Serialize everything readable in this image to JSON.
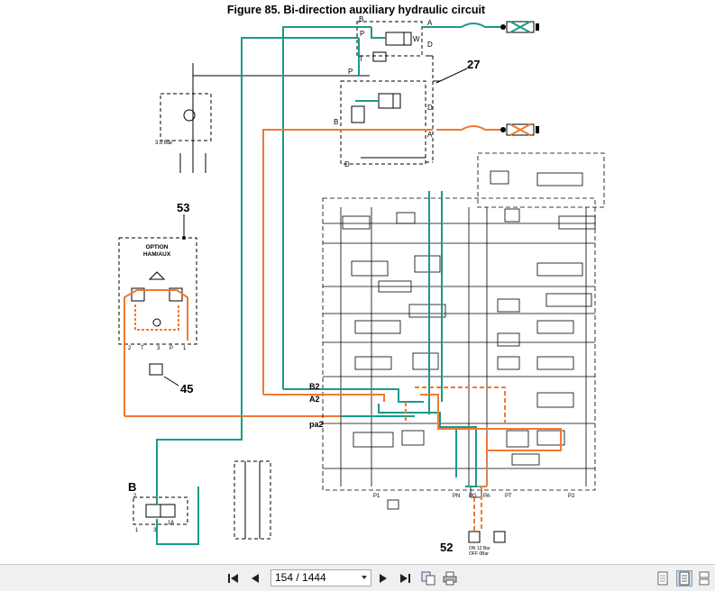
{
  "figure": {
    "title": "Figure 85. Bi-direction auxiliary hydraulic circuit",
    "callouts": {
      "c27": "27",
      "c53": "53",
      "c45": "45",
      "cB": "B",
      "c52": "52"
    },
    "labels": {
      "b_top": "B",
      "a_top": "A",
      "p_top": "P",
      "d_top1": "D",
      "w_top": "W",
      "t_top": "T",
      "p_top2": "P",
      "d_mid": "D",
      "b_mid": "B",
      "a_mid": "A",
      "d_bot": "D",
      "bar35": "3.5 Bar",
      "option": "OPTION",
      "hamaux": "HAM/AUX",
      "p53_2": "2",
      "p53_t": "T",
      "p53_3": "3",
      "p53_p": "P",
      "p53_1": "1",
      "b2": "B2",
      "a2": "A2",
      "pa2": "pa2",
      "p1": "P1",
      "pn": "PN",
      "pg": "PG",
      "pa": "PA",
      "pt": "PT",
      "p2": "P2",
      "b_2": "2",
      "b_1": "1",
      "b_3": "3",
      "b_18": "18",
      "on12": "ON 12 Bar",
      "off": "OFF 0Bar"
    }
  },
  "toolbar": {
    "page_indicator": "154 / 1444",
    "buttons": [
      "first-page",
      "previous-page",
      "next-page",
      "last-page",
      "thumbnails",
      "print",
      "single-page",
      "two-page",
      "continuous"
    ]
  },
  "colors": {
    "teal": "#1a9a8a",
    "orange": "#f07a30",
    "black": "#000000"
  }
}
